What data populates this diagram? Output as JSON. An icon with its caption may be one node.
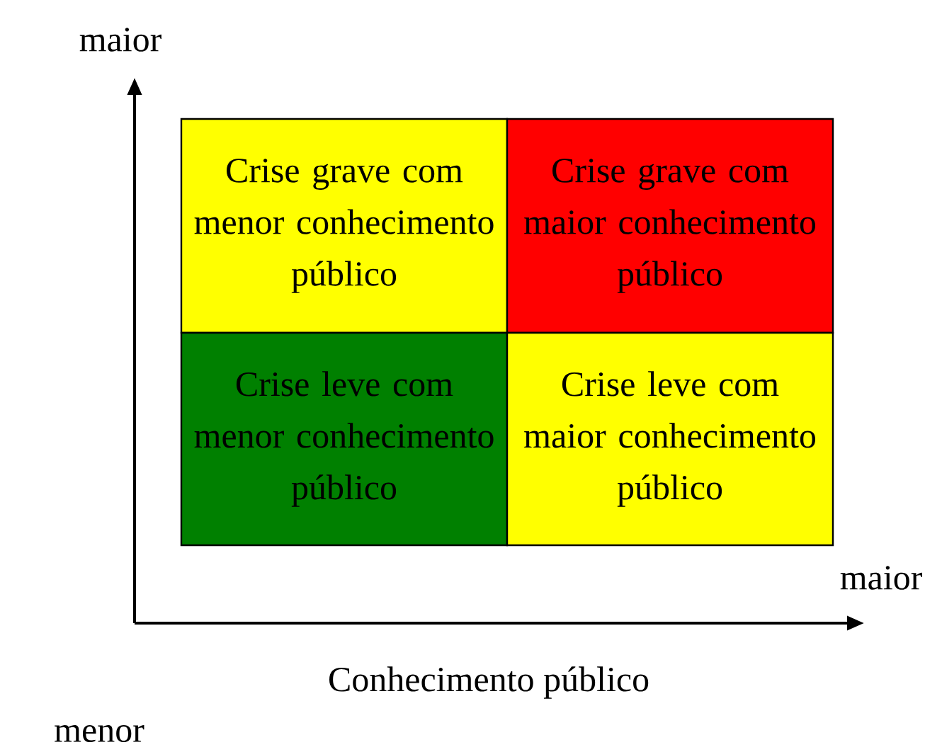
{
  "diagram": {
    "nodes": [
      {
        "text": [
          "Crise grave com menor conhecimento público"
        ]
      },
      {
        "text": [
          "Crise grave com maior conhecimento público"
        ]
      },
      {
        "text": [
          "Crise leve com menor conhecimento público"
        ]
      },
      {
        "text": [
          "Crise leve com maior conhecimento público"
        ]
      }
    ],
    "labels": [
      "maior",
      "maior",
      "Conhecimento público",
      "menor"
    ]
  }
}
